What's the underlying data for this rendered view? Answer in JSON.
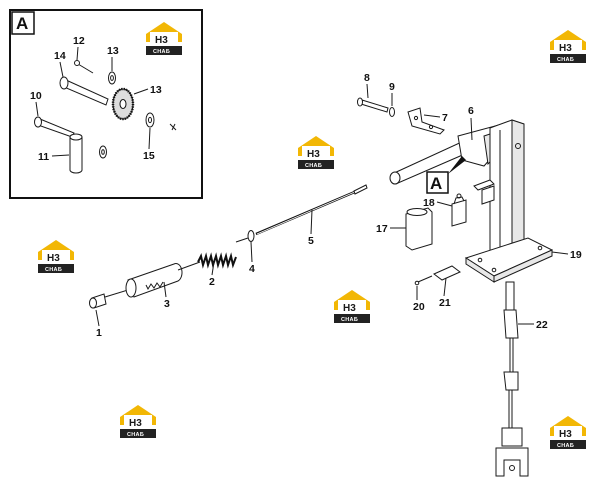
{
  "inset_label": "A",
  "detail_label": "A",
  "callouts": {
    "c1": "1",
    "c2": "2",
    "c3": "3",
    "c4": "4",
    "c5": "5",
    "c6": "6",
    "c7": "7",
    "c8": "8",
    "c9": "9",
    "c10": "10",
    "c11": "11",
    "c12": "12",
    "c13a": "13",
    "c13b": "13",
    "c14": "14",
    "c15": "15",
    "c17": "17",
    "c18": "18",
    "c19": "19",
    "c20": "20",
    "c21": "21",
    "c22": "22"
  },
  "watermark": {
    "mark": "H3",
    "text": "СНАБ"
  },
  "colors": {
    "watermark_roof": "#f2b705",
    "watermark_base": "#222222",
    "line": "#1a1a1a"
  }
}
